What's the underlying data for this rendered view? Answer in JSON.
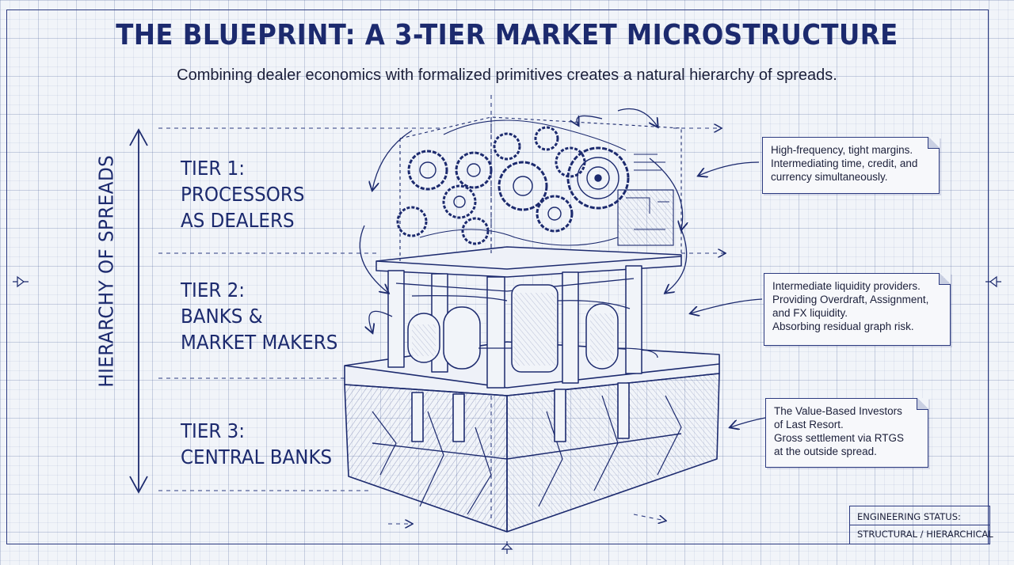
{
  "header": {
    "title": "THE BLUEPRINT: A 3-TIER MARKET MICROSTRUCTURE",
    "subtitle": "Combining dealer economics with formalized primitives creates a natural hierarchy of spreads."
  },
  "axis": {
    "label": "HIERARCHY OF SPREADS"
  },
  "tiers": [
    {
      "lines": [
        "TIER 1:",
        "PROCESSORS",
        "AS DEALERS"
      ]
    },
    {
      "lines": [
        "TIER 2:",
        "BANKS &",
        "MARKET MAKERS"
      ]
    },
    {
      "lines": [
        "TIER 3:",
        "CENTRAL BANKS"
      ]
    }
  ],
  "notes": [
    {
      "lines": [
        "High-frequency, tight margins.",
        "Intermediating time, credit, and",
        "currency simultaneously."
      ]
    },
    {
      "lines": [
        "Intermediate liquidity providers.",
        "Providing Overdraft, Assignment,",
        "and FX liquidity.",
        "Absorbing residual graph risk."
      ]
    },
    {
      "lines": [
        "The Value-Based Investors",
        "of Last Resort.",
        "Gross settlement via RTGS",
        "at the outside spread."
      ]
    }
  ],
  "status": {
    "line1": "ENGINEERING STATUS:",
    "line2": "STRUCTURAL / HIERARCHICAL"
  },
  "colors": {
    "ink": "#1c2a6e",
    "paper": "#f1f4f9",
    "grid": "#8a99c4"
  }
}
